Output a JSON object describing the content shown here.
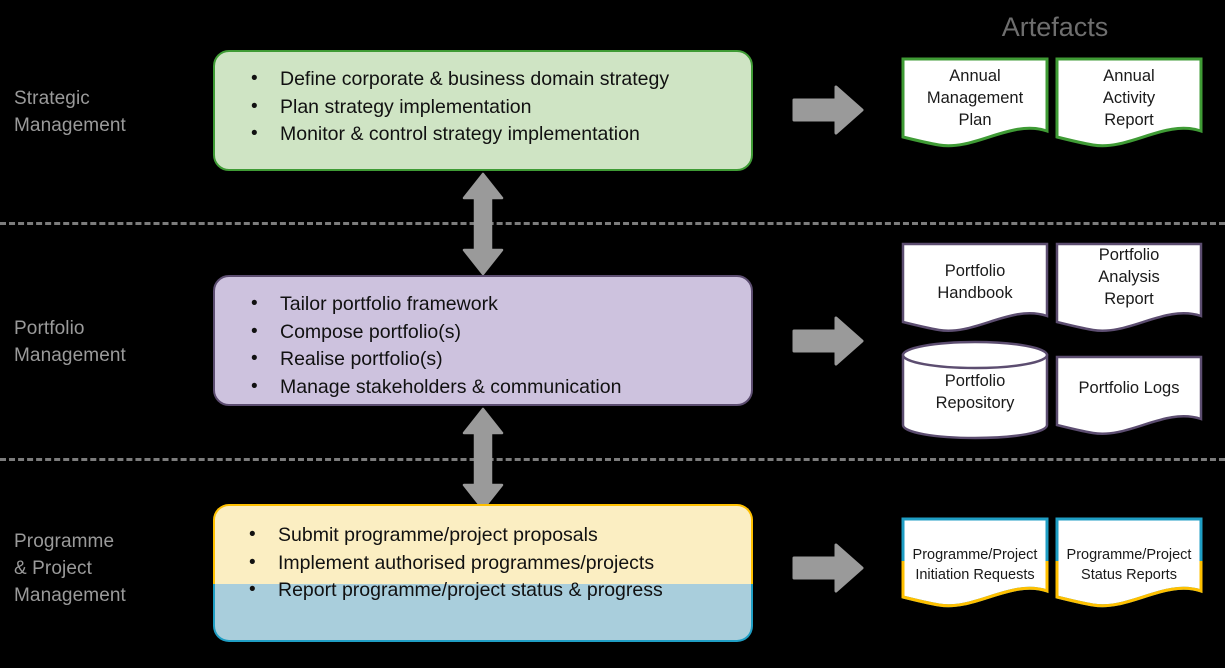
{
  "diagram": {
    "artefacts_heading": "Artefacts",
    "colors": {
      "background": "#000000",
      "strategic_fill": "#cfe4c4",
      "strategic_border": "#3f9b35",
      "portfolio_fill": "#cdc2de",
      "portfolio_border": "#5c4d70",
      "programme_fill_top": "#fbeec2",
      "programme_border_top": "#ffc000",
      "programme_fill_bottom": "#a9cedc",
      "programme_border_bottom": "#1f9ec4",
      "arrow": "#9a9a9a",
      "divider": "#7c7c7c",
      "label_text": "#9a9a9a",
      "heading_text": "#6e6e6e",
      "body_text": "#111111"
    },
    "tiers": [
      {
        "id": "strategic",
        "label": "Strategic\nManagement",
        "activities": [
          "Define corporate & business domain strategy",
          "Plan strategy implementation",
          "Monitor & control strategy implementation"
        ],
        "artefacts": [
          {
            "name": "Annual\nManagement\nPlan",
            "shape": "document"
          },
          {
            "name": "Annual\nActivity\nReport",
            "shape": "document"
          }
        ]
      },
      {
        "id": "portfolio",
        "label": "Portfolio\nManagement",
        "activities": [
          "Tailor portfolio framework",
          "Compose portfolio(s)",
          "Realise  portfolio(s)",
          "Manage stakeholders & communication"
        ],
        "artefacts": [
          {
            "name": "Portfolio\nHandbook",
            "shape": "document"
          },
          {
            "name": "Portfolio\nAnalysis\nReport",
            "shape": "document"
          },
          {
            "name": "Portfolio\nRepository",
            "shape": "cylinder"
          },
          {
            "name": "Portfolio Logs",
            "shape": "document"
          }
        ]
      },
      {
        "id": "programme-project",
        "label": "Programme\n& Project\nManagement",
        "activities": [
          "Submit programme/project proposals",
          "Implement authorised programmes/projects",
          "Report programme/project status & progress"
        ],
        "artefacts": [
          {
            "name": "Programme/Project\nInitiation  Requests",
            "shape": "document"
          },
          {
            "name": "Programme/Project\nStatus  Reports",
            "shape": "document"
          }
        ]
      }
    ],
    "connectors": {
      "right_arrow_icon": "arrow-right-icon",
      "vertical_double_arrow_icon": "arrow-up-down-icon"
    }
  }
}
